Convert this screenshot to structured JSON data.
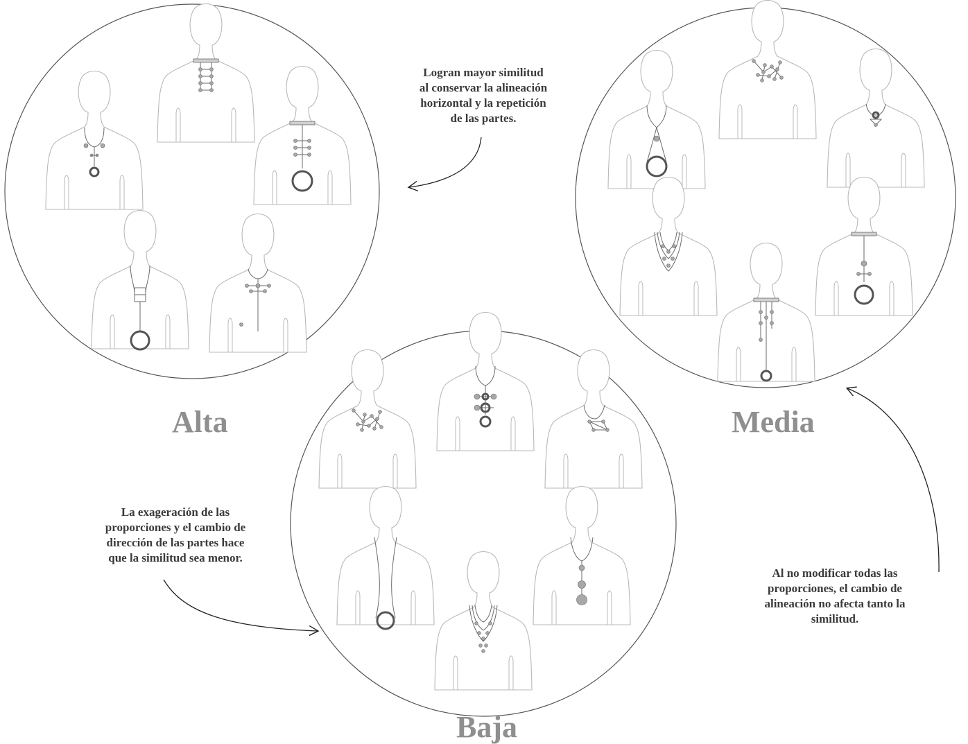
{
  "groups": {
    "alta": {
      "label": "Alta"
    },
    "media": {
      "label": "Media"
    },
    "baja": {
      "label": "Baja"
    }
  },
  "notes": {
    "alta": "Logran mayor similitud\nal conservar la alineación\nhorizontal y la repetición\nde las partes.",
    "baja": "La exageración de las\nproporciones y el cambio de\ndirección de las partes hace\nque la similitud sea menor.",
    "media": "Al no modificar todas las\nproporciones, el cambio de\nalineación no afecta tanto la\nsimilitud."
  },
  "colors": {
    "outline": "#b8b8b8",
    "ring": "#555555",
    "jewel_line": "#6a6a6a",
    "bead": "#a8a8a8",
    "label": "#8f8f8f",
    "note_text": "#3a3a3a"
  }
}
